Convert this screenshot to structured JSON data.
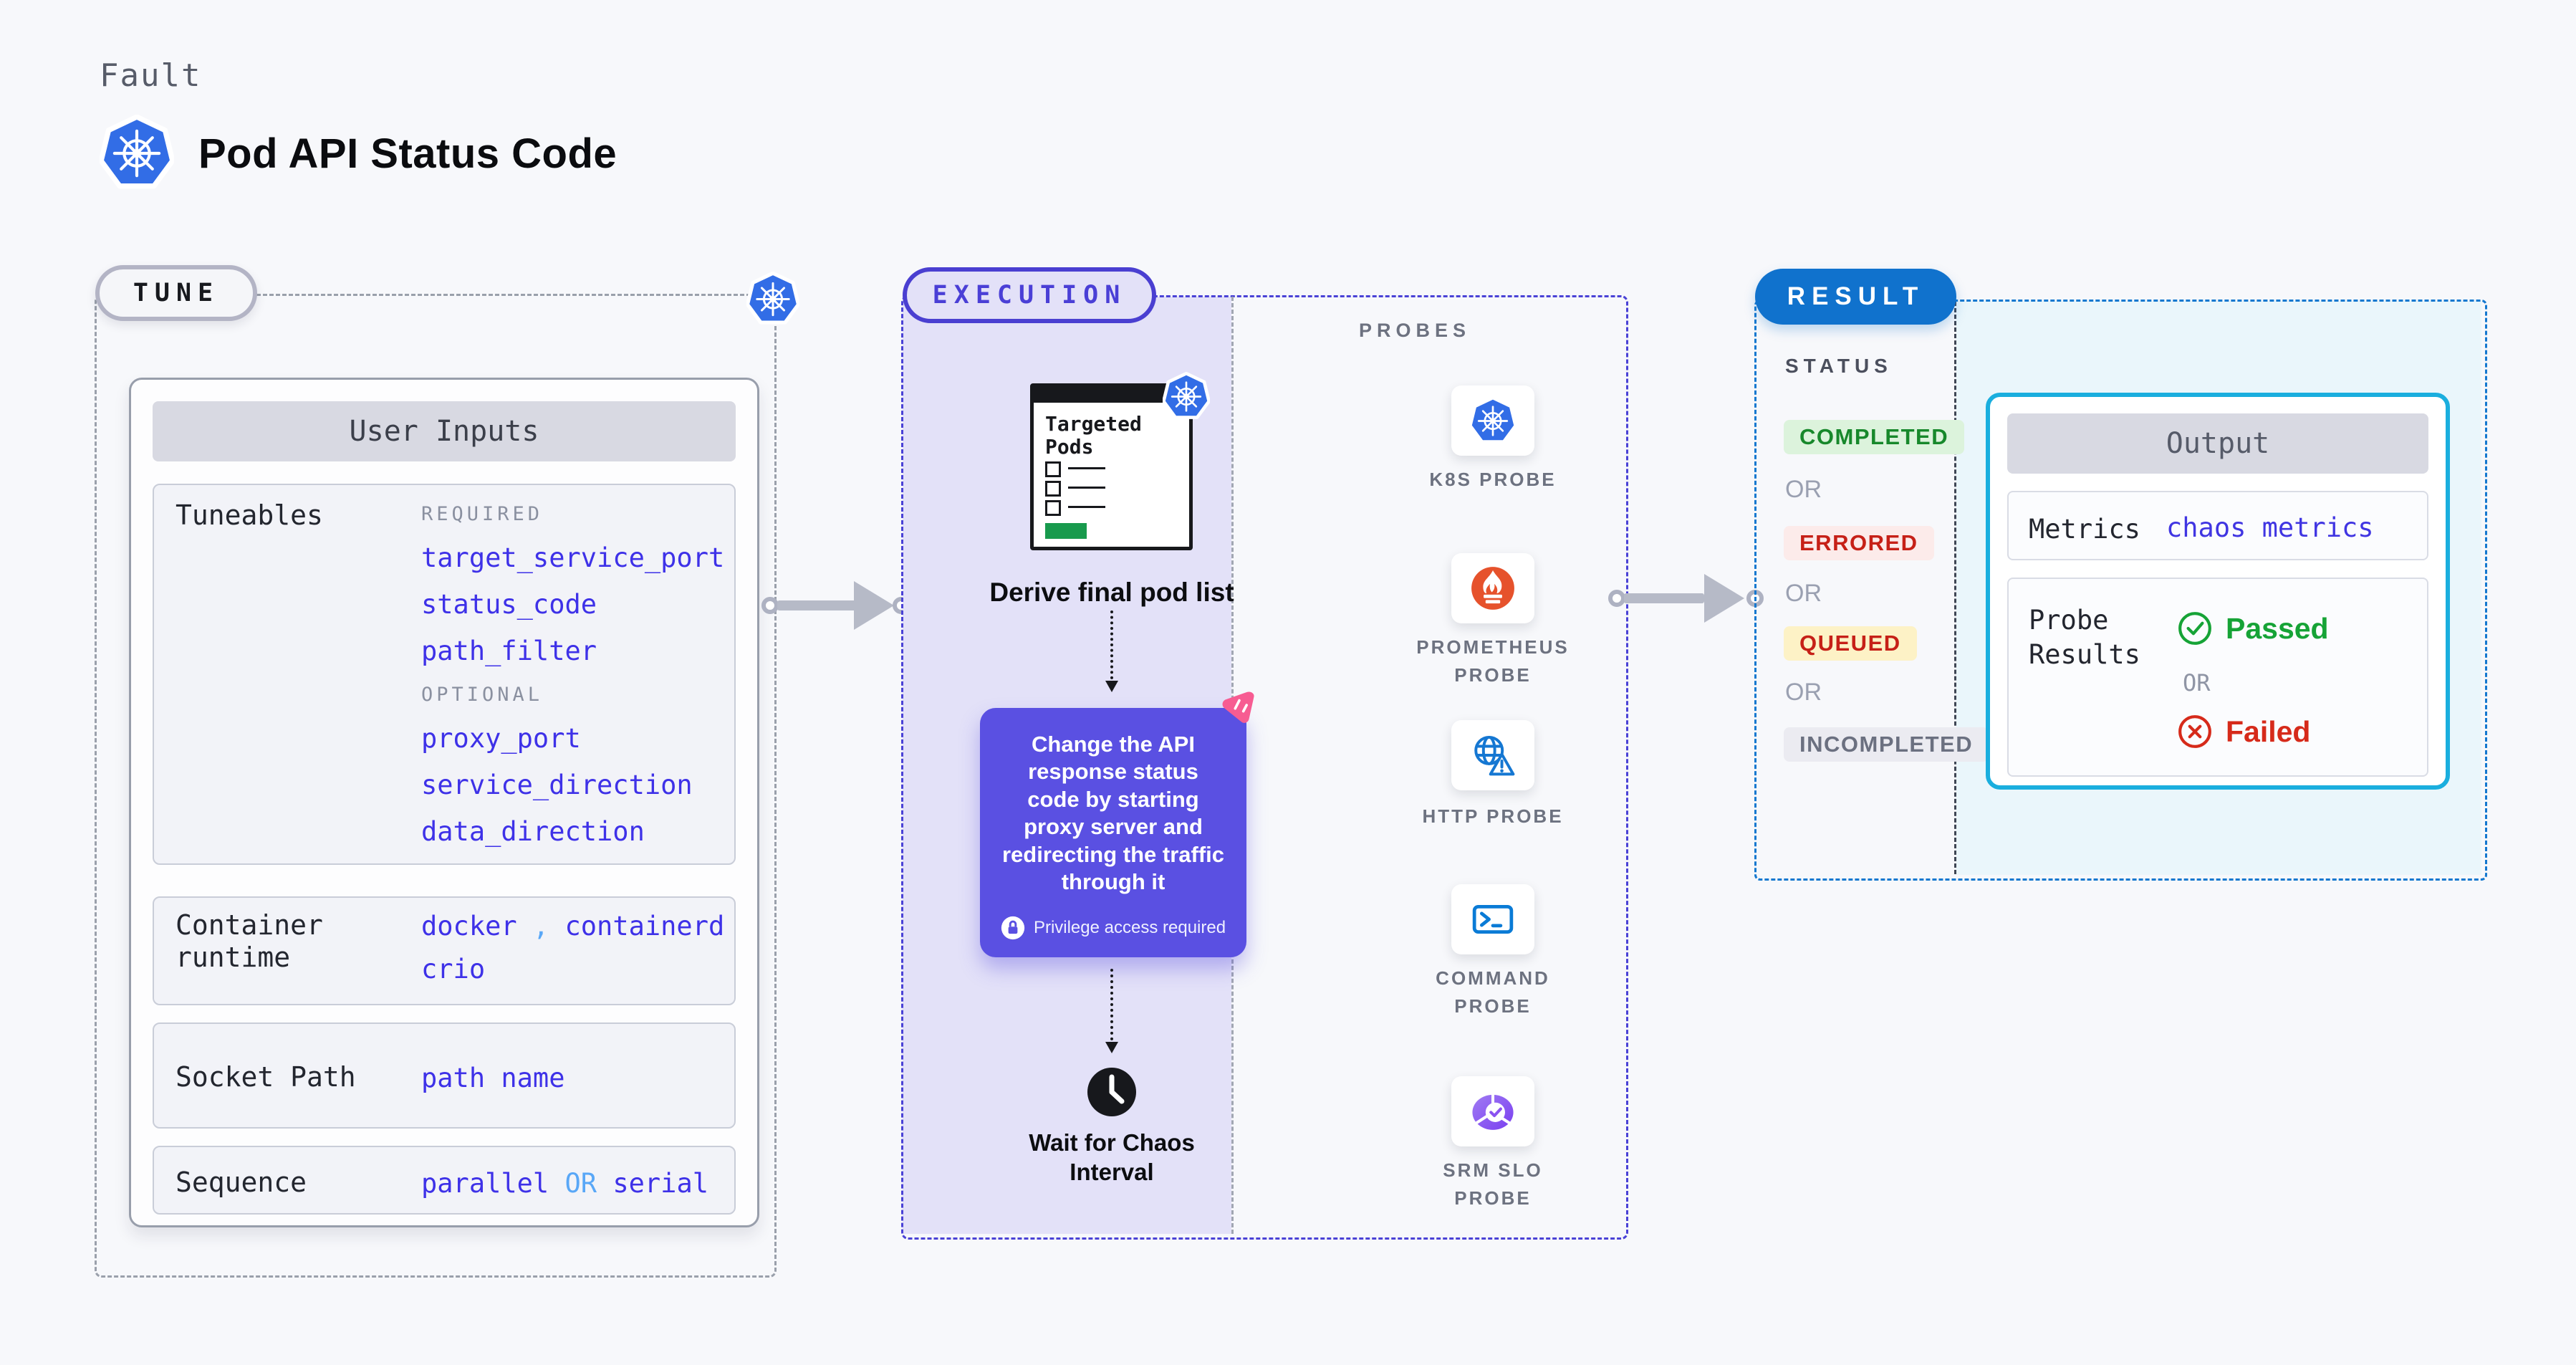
{
  "page": {
    "kicker": "Fault",
    "title": "Pod API Status Code"
  },
  "tune": {
    "label": "TUNE",
    "card_header": "User Inputs",
    "tuneables": {
      "label": "Tuneables",
      "required_label": "REQUIRED",
      "required": [
        "target_service_port",
        "status_code",
        "path_filter"
      ],
      "optional_label": "OPTIONAL",
      "optional": [
        "proxy_port",
        "service_direction",
        "data_direction"
      ]
    },
    "runtime": {
      "label": "Container runtime",
      "value_1": "docker",
      "separator": ",",
      "value_2": "containerd",
      "value_3": "crio"
    },
    "socket": {
      "label": "Socket Path",
      "value": "path name"
    },
    "sequence": {
      "label": "Sequence",
      "value_1": "parallel",
      "or_label": "OR",
      "value_2": "serial"
    }
  },
  "execution": {
    "label": "EXECUTION",
    "targeted_pods_title": "Targeted Pods",
    "derive_caption": "Derive final pod list",
    "chaos_description": "Change the API response status code by starting proxy server and redirecting the traffic through it",
    "privilege_note": "Privilege access required",
    "wait_caption": "Wait for Chaos Interval"
  },
  "probes": {
    "heading": "PROBES",
    "items": [
      {
        "label": "K8S PROBE",
        "icon": "kubernetes-icon"
      },
      {
        "label": "PROMETHEUS PROBE",
        "icon": "prometheus-icon"
      },
      {
        "label": "HTTP PROBE",
        "icon": "http-globe-icon"
      },
      {
        "label": "COMMAND PROBE",
        "icon": "terminal-icon"
      },
      {
        "label": "SRM SLO PROBE",
        "icon": "srm-slo-icon"
      }
    ]
  },
  "result": {
    "label": "RESULT",
    "status_heading": "STATUS",
    "or_label": "OR",
    "statuses": [
      {
        "text": "COMPLETED",
        "kind": "completed"
      },
      {
        "text": "ERRORED",
        "kind": "errored"
      },
      {
        "text": "QUEUED",
        "kind": "queued"
      },
      {
        "text": "INCOMPLETED",
        "kind": "incompleted"
      }
    ],
    "output": {
      "header": "Output",
      "metrics_label": "Metrics",
      "metrics_value": "chaos metrics",
      "probe_results_label": "Probe Results",
      "passed": "Passed",
      "or_label": "OR",
      "failed": "Failed"
    }
  },
  "colors": {
    "k8s_blue": "#326de6",
    "accent_indigo": "#4a42d6",
    "chaos_card_purple": "#5a50e2",
    "lavender_panel": "#e3e1f8",
    "result_pill_blue": "#1072cd",
    "result_dash_blue": "#1478cf",
    "output_border_cyan": "#1aaede",
    "cyan_panel": "#eaf6fb",
    "param_blue": "#3e31e8",
    "link_light_blue": "#59a7f7",
    "success_green": "#16a336",
    "error_red": "#d62a1a",
    "queued_bg": "#fdf2c6",
    "pink_accent": "#f75c92",
    "prometheus_orange": "#e6522c",
    "terminal_blue": "#0a7bd6",
    "srm_purple": "#8a52f0",
    "green_bar": "#189a4d",
    "arrow_gray": "#b6bac7"
  }
}
